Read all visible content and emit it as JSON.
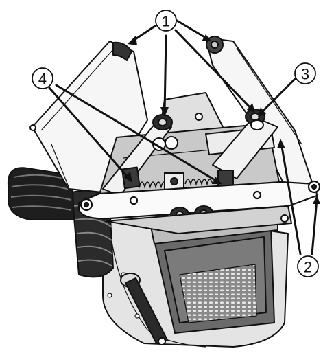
{
  "figure": {
    "callouts": [
      {
        "id": "c1",
        "label": "1"
      },
      {
        "id": "c2",
        "label": "2"
      },
      {
        "id": "c3",
        "label": "3"
      },
      {
        "id": "c4",
        "label": "4"
      }
    ],
    "colors": {
      "line": "#111111",
      "metal": "#f4f4f4",
      "shade": "#d8d8d8",
      "dark": "#555555",
      "black": "#1a1a1a"
    }
  }
}
